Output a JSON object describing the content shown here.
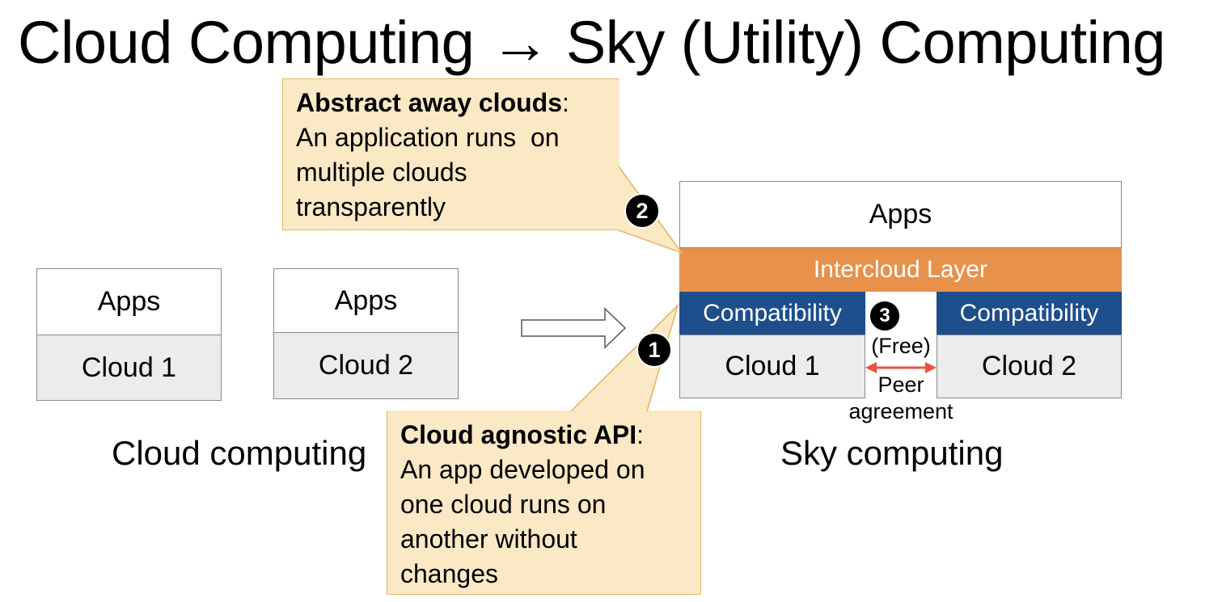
{
  "title": "Cloud Computing → Sky (Utility) Computing",
  "cloud_computing": {
    "stacks": [
      {
        "app": "Apps",
        "cloud": "Cloud 1"
      },
      {
        "app": "Apps",
        "cloud": "Cloud 2"
      }
    ],
    "caption": "Cloud computing"
  },
  "sky_computing": {
    "apps": "Apps",
    "intercloud": "Intercloud Layer",
    "compat_left": "Compatibility",
    "compat_right": "Compatibility",
    "cloud_left": "Cloud 1",
    "cloud_right": "Cloud 2",
    "peering": {
      "free": "(Free)",
      "peer": "Peer",
      "agreement": "agreement"
    },
    "caption": "Sky computing"
  },
  "badges": {
    "one": "1",
    "two": "2",
    "three": "3"
  },
  "callouts": {
    "abstract": {
      "heading": "Abstract away clouds",
      "line1": "An application runs  on",
      "line2": "multiple clouds",
      "line3": "transparently"
    },
    "api": {
      "heading": "Cloud agnostic API",
      "line1": "An app developed on",
      "line2": "one cloud runs on",
      "line3": "another without",
      "line4": "changes"
    }
  },
  "colors": {
    "intercloud": "#e8914a",
    "compatibility": "#1f4e8c",
    "cloud": "#ececec",
    "callout_fill": "#fbe9c6",
    "callout_border": "#e4b86a",
    "peer_arrow": "#e8543a"
  }
}
